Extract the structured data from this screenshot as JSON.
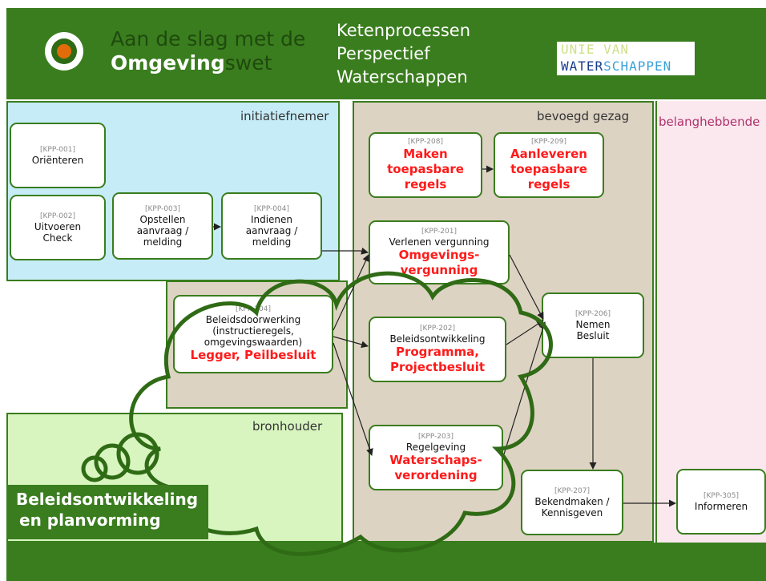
{
  "header": {
    "brand_line1": "Aan de slag met de",
    "brand_line2_bold": "Omgeving",
    "brand_line2_rest": "swet",
    "title_lines": [
      "Ketenprocessen",
      "Perspectief",
      "Waterschappen"
    ],
    "partner_line1": "UNIE VAN",
    "partner_line2a": "WATER",
    "partner_line2b": "SCHAPPEN"
  },
  "lanes": {
    "initiatiefnemer": "initiatiefnemer",
    "bevoegd_gezag": "bevoegd gezag",
    "belanghebbende": "belanghebbende",
    "bronhouder": "bronhouder"
  },
  "nodes": {
    "kpp001": {
      "code": "[KPP-001]",
      "label": "Oriënteren"
    },
    "kpp002": {
      "code": "[KPP-002]",
      "label": "Uitvoeren Check"
    },
    "kpp003": {
      "code": "[KPP-003]",
      "label": "Opstellen aanvraag / melding"
    },
    "kpp004": {
      "code": "[KPP-004]",
      "label": "Indienen aanvraag / melding"
    },
    "kpp208": {
      "code": "[KPP-208]",
      "highlight": "Maken toepasbare regels"
    },
    "kpp209": {
      "code": "[KPP-209]",
      "highlight": "Aanleveren toepasbare regels"
    },
    "kpp201": {
      "code": "[KPP-201]",
      "label": "Verlenen vergunning",
      "highlight": "Omgevings-vergunning"
    },
    "kpp204": {
      "code": "[KPP-204]",
      "label": "Beleidsdoorwerking (instructieregels, omgevingswaarden)",
      "highlight": "Legger, Peilbesluit"
    },
    "kpp202": {
      "code": "[KPP-202]",
      "label": "Beleidsontwikkeling",
      "highlight": "Programma, Projectbesluit"
    },
    "kpp206": {
      "code": "[KPP-206]",
      "label": "Nemen Besluit"
    },
    "kpp203": {
      "code": "[KPP-203]",
      "label": "Regelgeving",
      "highlight": "Waterschaps-verordening"
    },
    "kpp207": {
      "code": "[KPP-207]",
      "label": "Bekendmaken / Kennisgeven"
    },
    "kpp305": {
      "code": "[KPP-305]",
      "label": "Informeren"
    }
  },
  "theme": {
    "line1": "Beleidsontwikkeling",
    "line2": "en planvorming"
  },
  "colors": {
    "brand_green": "#3a7d1e",
    "highlight_red": "#ff1a1a",
    "lane_initiatiefnemer": "#c6ecf7",
    "lane_bevoegd_gezag": "#ddd3c3",
    "lane_belanghebbende": "#fbe8ef",
    "lane_bronhouder": "#d8f5c0",
    "accent_orange": "#e36c0a"
  }
}
